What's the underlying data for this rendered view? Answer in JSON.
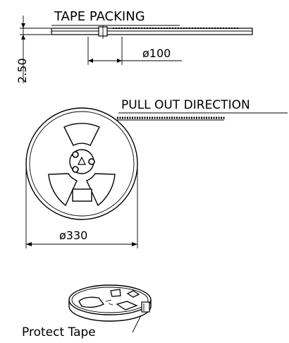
{
  "labels": {
    "tape_packing": "TAPE  PACKING",
    "dim_100": "ø100",
    "dim_250": "2.50",
    "pull_out": "PULL  OUT  DIRECTION",
    "dim_330": "ø330",
    "protect_tape": "Protect  Tape"
  },
  "colors": {
    "ink": "#000000",
    "background": "#ffffff"
  }
}
